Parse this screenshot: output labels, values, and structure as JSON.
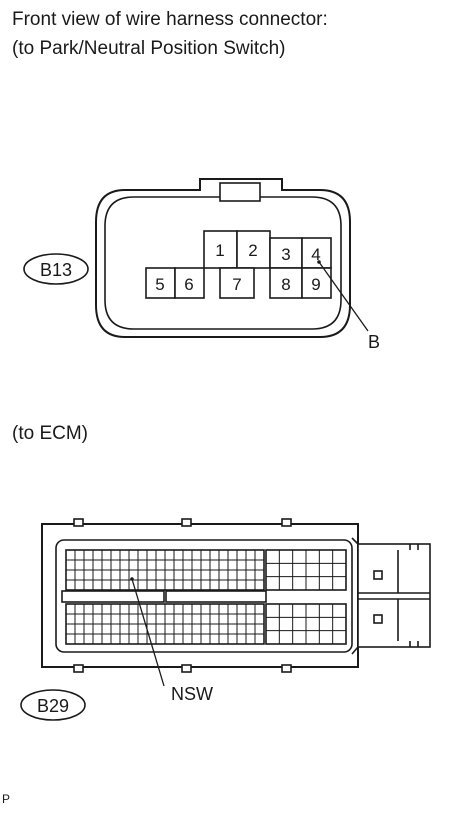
{
  "header": {
    "line1": "Front view of wire harness connector:",
    "line2": "(to Park/Neutral Position Switch)"
  },
  "connector_b13": {
    "id": "B13",
    "pins": [
      "1",
      "2",
      "3",
      "4",
      "5",
      "6",
      "7",
      "8",
      "9"
    ],
    "wire_label": "B"
  },
  "section_ecm": {
    "label": "(to ECM)"
  },
  "connector_b29": {
    "id": "B29",
    "terminal_label": "NSW"
  },
  "footer": {
    "code": "P"
  }
}
